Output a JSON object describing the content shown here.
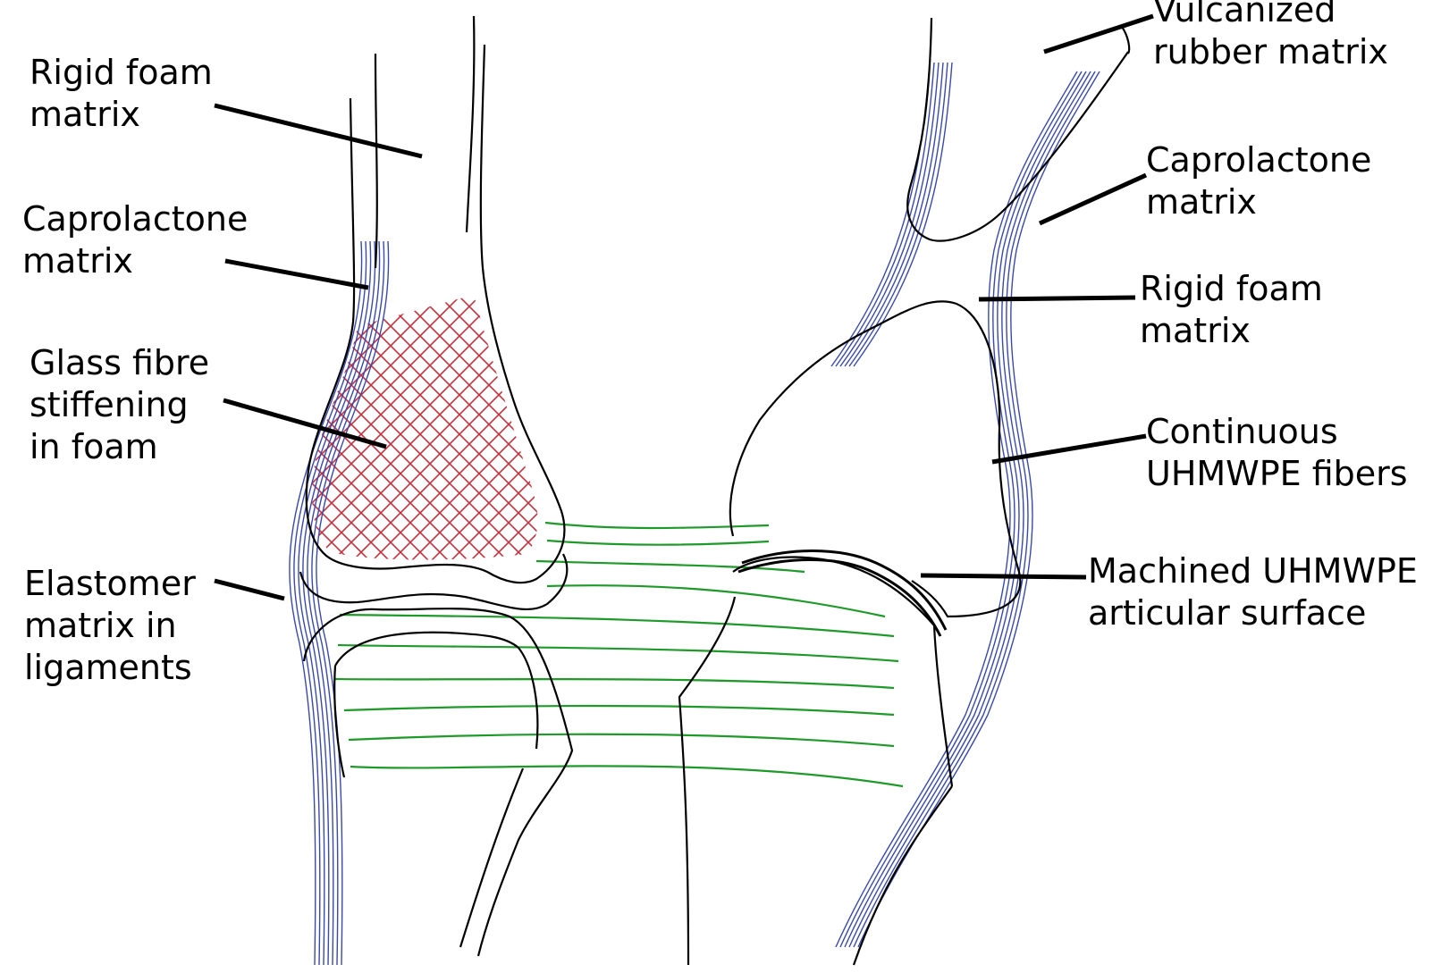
{
  "labels": {
    "vulcanized_rubber": [
      "Vulcanized",
      "rubber matrix"
    ],
    "rigid_foam_left": [
      "Rigid foam",
      "matrix"
    ],
    "caprolactone_left": [
      "Caprolactone",
      "matrix"
    ],
    "glass_fibre": [
      "Glass fibre",
      "stiffening",
      "in foam"
    ],
    "elastomer": [
      "Elastomer",
      "matrix in",
      "ligaments"
    ],
    "caprolactone_right": [
      "Caprolactone",
      "matrix"
    ],
    "rigid_foam_right": [
      "Rigid foam",
      "matrix"
    ],
    "uhmwpe_fibers": [
      "Continuous",
      "UHMWPE fibers"
    ],
    "machined_uhmwpe": [
      "Machined UHMWPE",
      "articular surface"
    ]
  },
  "colors": {
    "outline": "#000000",
    "ligament_fibers": "#3a4aa8",
    "glass_fibre_mesh": "#c4303c",
    "uhmwpe_fibers": "#1f9a2a",
    "leader": "#000000"
  }
}
